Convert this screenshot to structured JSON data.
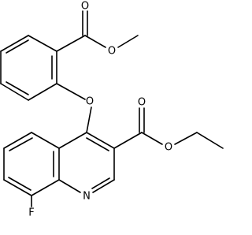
{
  "atoms": {
    "ether_oxygen": "O",
    "methyl_ester_carbonyl_oxygen": "O",
    "methyl_ester_oxygen": "O",
    "ethyl_ester_carbonyl_oxygen": "O",
    "ethyl_ester_oxygen": "O",
    "ring_nitrogen": "N",
    "fluorine": "F"
  }
}
